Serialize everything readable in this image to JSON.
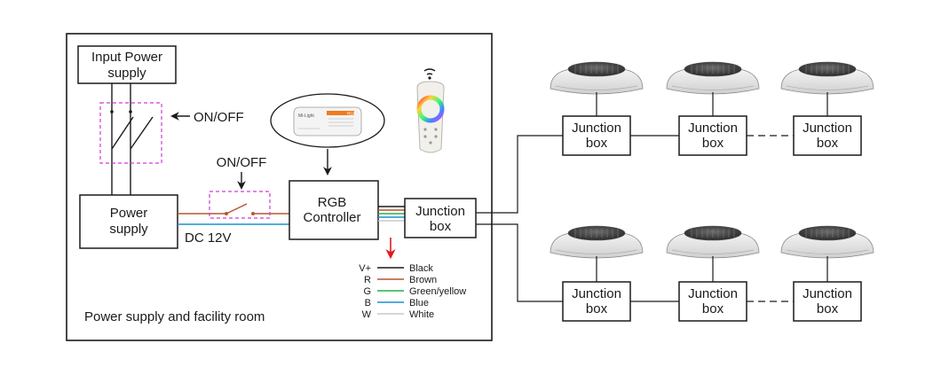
{
  "input_power_supply": {
    "line1": "Input Power",
    "line2": "supply"
  },
  "on_off_top": "ON/OFF",
  "on_off_mid": "ON/OFF",
  "power_supply": {
    "line1": "Power",
    "line2": "supply"
  },
  "dc_label": "DC 12V",
  "rgb_controller": {
    "line1": "RGB",
    "line2": "Controller"
  },
  "main_junction": {
    "line1": "Junction",
    "line2": "box"
  },
  "room_label": "Power supply and facility room",
  "controller_image": {
    "brand": "Mi-Light",
    "badge": "RGB"
  },
  "wire_legend": [
    {
      "code": "V+",
      "name": "Black",
      "color": "#1a1a1a"
    },
    {
      "code": "R",
      "name": "Brown",
      "color": "#b5562e"
    },
    {
      "code": "G",
      "name": "Green/yellow",
      "color": "#27ae4a"
    },
    {
      "code": "B",
      "name": "Blue",
      "color": "#1f8fd4"
    },
    {
      "code": "W",
      "name": "White",
      "color": "#c8c8c8"
    }
  ],
  "lamp_junctions_top": [
    {
      "line1": "Junction",
      "line2": "box"
    },
    {
      "line1": "Junction",
      "line2": "box"
    },
    {
      "line1": "Junction",
      "line2": "box"
    }
  ],
  "lamp_junctions_bottom": [
    {
      "line1": "Junction",
      "line2": "box"
    },
    {
      "line1": "Junction",
      "line2": "box"
    },
    {
      "line1": "Junction",
      "line2": "box"
    }
  ],
  "colors": {
    "dashed_switch": "#d23ad2",
    "arrow_red": "#e01b1b",
    "brown_wire": "#b5562e",
    "blue_wire": "#1f8fd4"
  }
}
